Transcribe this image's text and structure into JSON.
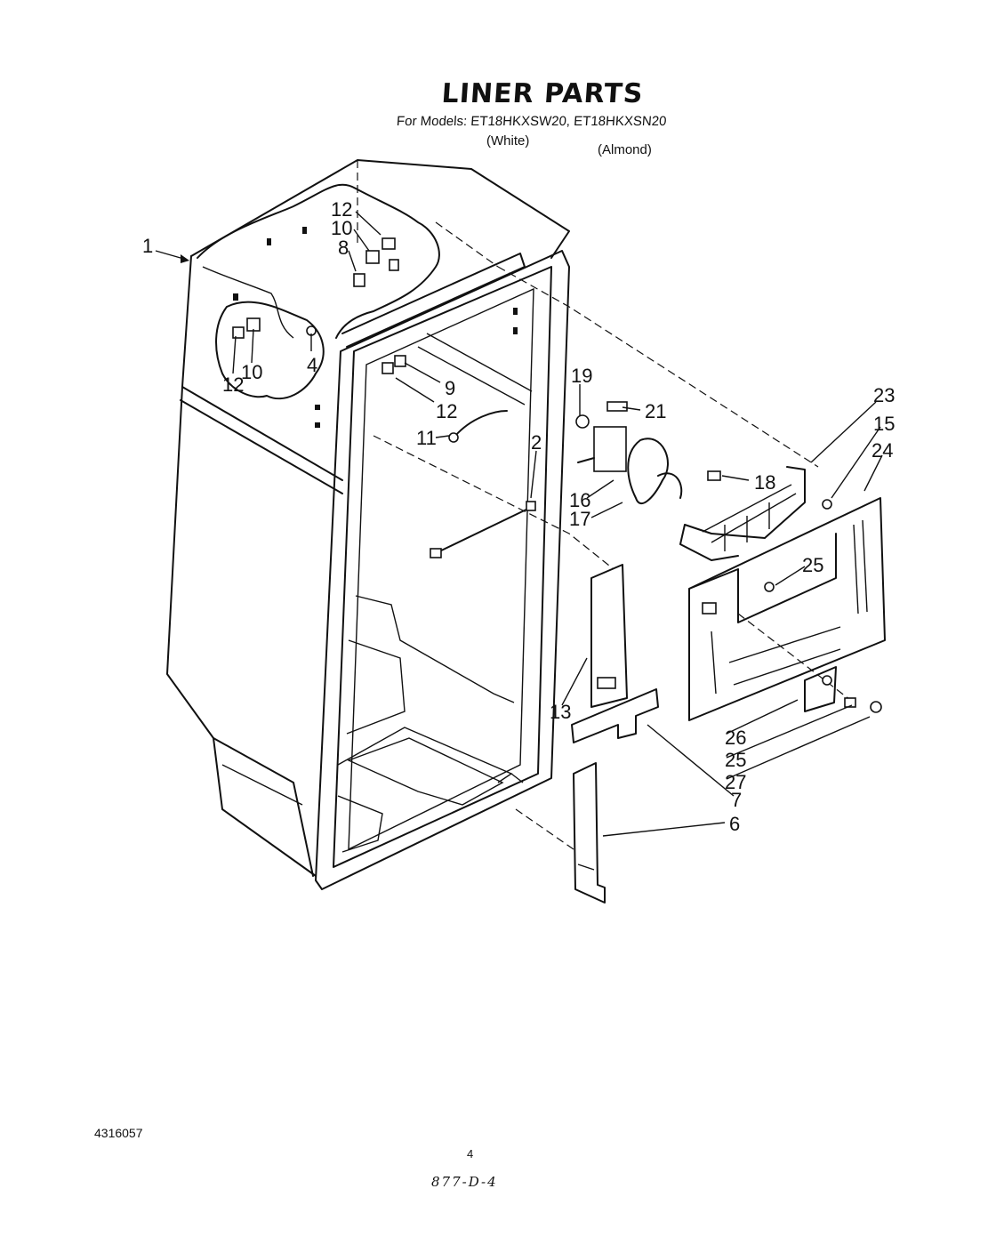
{
  "header": {
    "title": "LINER PARTS",
    "models_line": "For Models: ET18HKXSW20, ET18HKXSN20",
    "color_white": "(White)",
    "color_almond": "(Almond)"
  },
  "callouts": [
    "1",
    "12",
    "10",
    "8",
    "4",
    "12",
    "10",
    "9",
    "12",
    "11",
    "2",
    "19",
    "21",
    "23",
    "15",
    "24",
    "16",
    "17",
    "18",
    "25",
    "13",
    "26",
    "25",
    "27",
    "7",
    "6"
  ],
  "footer": {
    "doc_code": "4316057",
    "page_number": "4",
    "handwritten_ref": "877-D-4"
  }
}
